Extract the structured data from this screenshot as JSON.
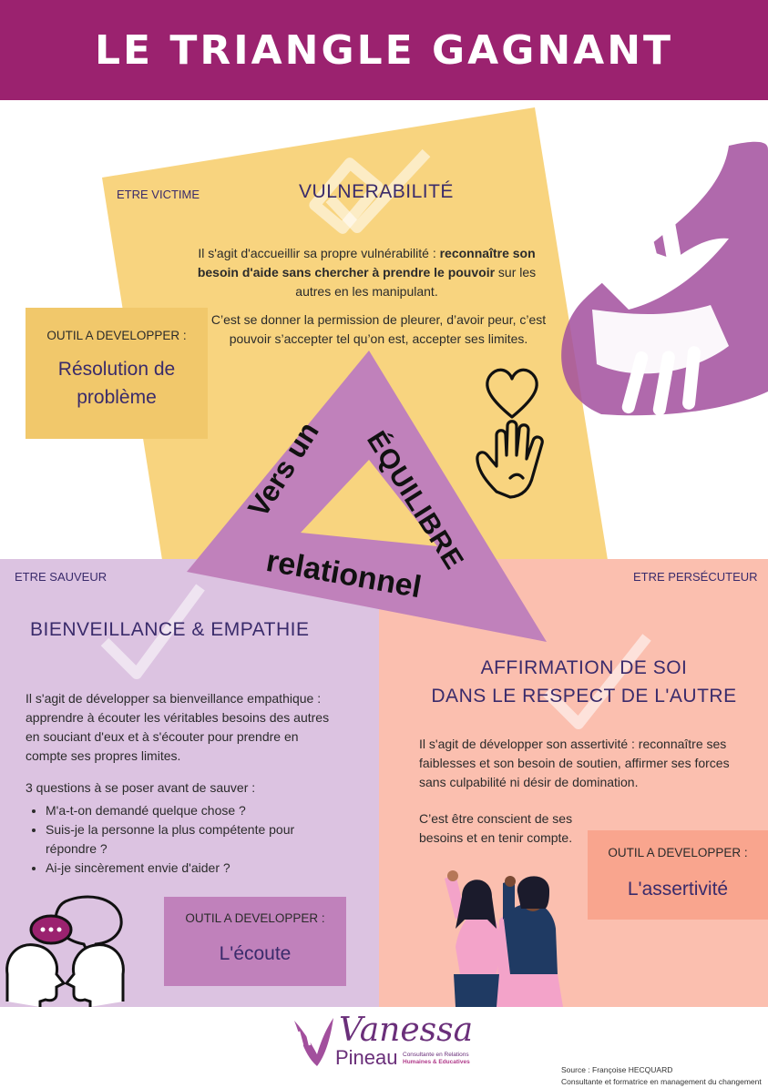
{
  "header": {
    "title": "LE TRIANGLE GAGNANT"
  },
  "colors": {
    "header": "#9b226f",
    "yellow": "#f8d47f",
    "purple": "#dcc3e1",
    "salmon": "#fbbfaf",
    "triangle": "#c081bb",
    "text_dark": "#3a2b6b"
  },
  "victime": {
    "role_label": "ETRE VICTIME",
    "title": "VULNERABILITÉ",
    "p1_a": "Il s'agit d'accueillir sa propre vulnérabilité : ",
    "p1_b": "reconnaître son besoin d'aide sans chercher à prendre le pouvoir",
    "p1_c": " sur les autres en les manipulant.",
    "p2": "C’est se donner la permission de pleurer, d’avoir peur, c’est pouvoir s’accepter tel qu’on est, accepter ses limites.",
    "tool_label": "OUTIL A DEVELOPPER :",
    "tool_value": "Résolution de problème",
    "icons": [
      "heart-outline-icon",
      "raised-hand-icon",
      "reaching-hands-illustration"
    ]
  },
  "triangle": {
    "left_text": "Vers un",
    "right_text": "ÉQUILIBRE",
    "bottom_text": "relationnel"
  },
  "sauveur": {
    "role_label": "ETRE SAUVEUR",
    "title": "BIENVEILLANCE & EMPATHIE",
    "p1": "Il s'agit de développer sa bienveillance empathique : apprendre à écouter les véritables besoins des autres en souciant d'eux et à s'écouter pour prendre en compte ses propres limites.",
    "questions_intro": "3 questions à se poser avant de sauver :",
    "questions": [
      "M'a-t-on demandé quelque chose ?",
      "Suis-je la personne la plus compétente pour répondre ?",
      "Ai-je sincèrement envie d'aider ?"
    ],
    "tool_label": "OUTIL A DEVELOPPER :",
    "tool_value": "L'écoute",
    "icons": [
      "two-heads-speech-bubbles-icon"
    ]
  },
  "persecuteur": {
    "role_label": "ETRE PERSÉCUTEUR",
    "title_line1": "AFFIRMATION DE SOI",
    "title_line2": "DANS LE RESPECT DE L'AUTRE",
    "p1": "Il s'agit de développer son assertivité : reconnaître ses faiblesses et son besoin de soutien, affirmer ses forces sans culpabilité ni désir de domination.",
    "p2": "C’est être conscient de ses besoins et en tenir compte.",
    "tool_label": "OUTIL A DEVELOPPER :",
    "tool_value": "L'assertivité",
    "icons": [
      "raised-fists-women-illustration"
    ]
  },
  "footer": {
    "logo_name_1": "Vanessa",
    "logo_name_2": "Pineau",
    "logo_tag_1": "Consultante en Relations",
    "logo_tag_2": "Humaines & Educatives",
    "source_1": "Source : Françoise HECQUARD",
    "source_2": "Consultante et formatrice en management du changement"
  }
}
